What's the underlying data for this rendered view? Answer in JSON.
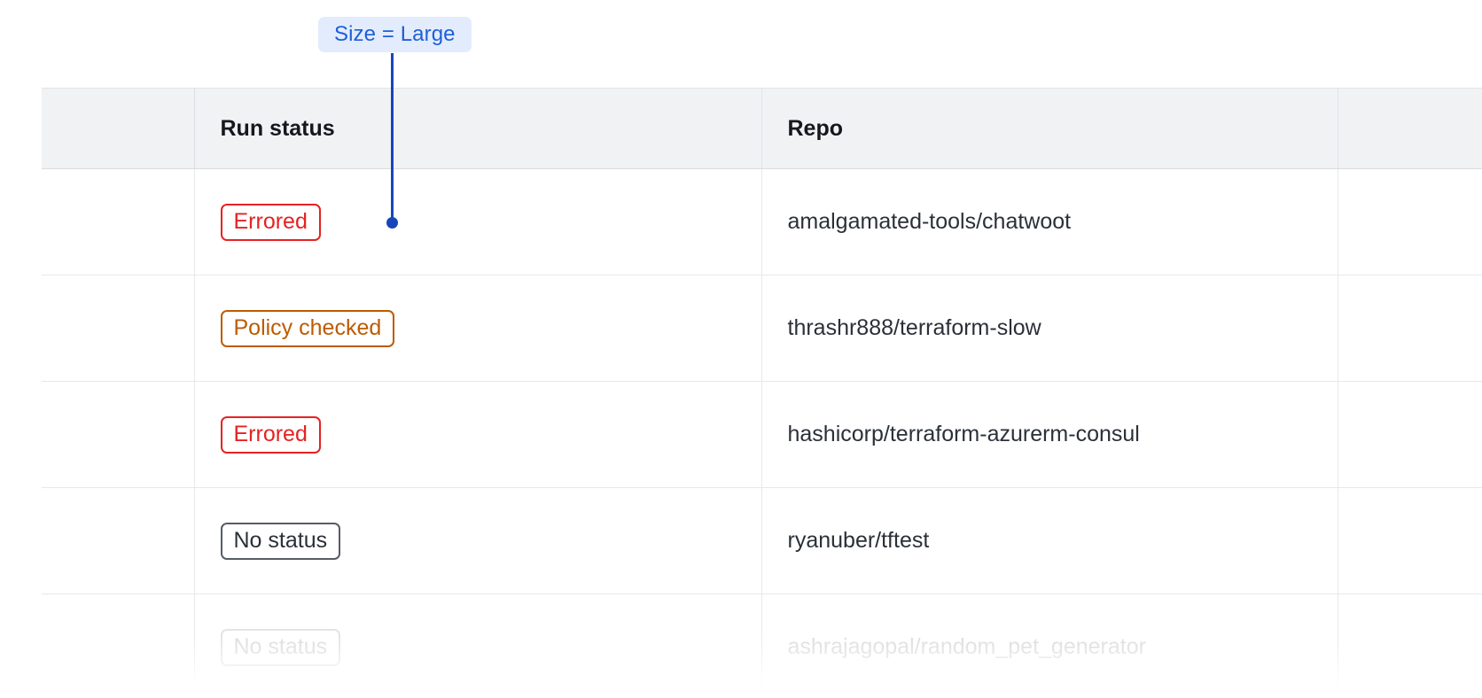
{
  "annotation": {
    "label": "Size = Large",
    "accent_color": "#1746ba",
    "pill_background": "#e3ecfd",
    "pill_text_color": "#1f5fd8"
  },
  "table": {
    "columns": [
      {
        "key": "select",
        "label": ""
      },
      {
        "key": "run_status",
        "label": "Run status"
      },
      {
        "key": "repo",
        "label": "Repo"
      },
      {
        "key": "tail",
        "label": ""
      }
    ],
    "header_background": "#f1f2f4",
    "rows": [
      {
        "status_label": "Errored",
        "status_variant": "errored",
        "status_color": "#e52222",
        "repo": "amalgamated-tools/chatwoot"
      },
      {
        "status_label": "Policy checked",
        "status_variant": "policy",
        "status_color": "#bd5b00",
        "repo": "thrashr888/terraform-slow"
      },
      {
        "status_label": "Errored",
        "status_variant": "errored",
        "status_color": "#e52222",
        "repo": "hashicorp/terraform-azurerm-consul"
      },
      {
        "status_label": "No status",
        "status_variant": "none",
        "status_color": "#2b3038",
        "repo": "ryanuber/tftest"
      },
      {
        "status_label": "No status",
        "status_variant": "none",
        "status_color": "#2b3038",
        "repo": "ashrajagopal/random_pet_generator"
      }
    ]
  }
}
